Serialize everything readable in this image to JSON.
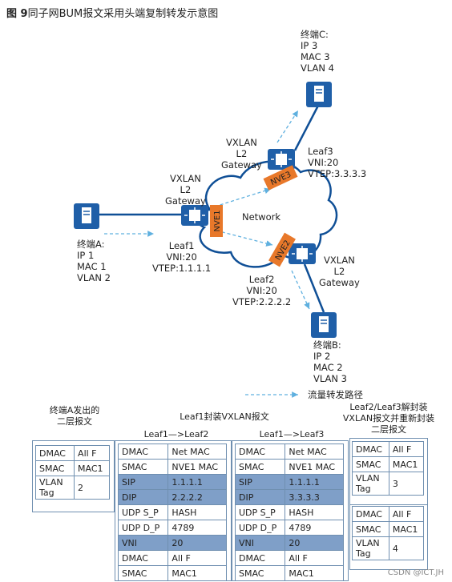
{
  "figure_title": "同子网BUM报文采用头端复制转发示意图",
  "figure_label": "图 9",
  "nodes": {
    "terminal_c": "终端C:\nIP 3\nMAC 3\nVLAN 4",
    "terminal_a": "终端A:\nIP 1\nMAC 1\nVLAN 2",
    "terminal_b": "终端B:\nIP 2\nMAC 2\nVLAN 3",
    "leaf1": "Leaf1\nVNI:20\nVTEP:1.1.1.1",
    "leaf2": "Leaf2\nVNI:20\nVTEP:2.2.2.2",
    "leaf3": "Leaf3\nVNI:20\nVTEP:3.3.3.3",
    "gw1": "VXLAN\nL2\nGateway",
    "gw2": "VXLAN\nL2\nGateway",
    "gw3": "VXLAN\nL2\nGateway",
    "network": "Network",
    "nve1": "NVE1",
    "nve2": "NVE2",
    "nve3": "NVE3"
  },
  "legend": "流量转发路径",
  "colors": {
    "device": "#1f5fa8",
    "nve": "#e8782a",
    "cloud": "#0f4f96",
    "flow": "#5fb0df",
    "row_highlight": "#7f9fc8"
  },
  "tables": {
    "a_title": "终端A发出的\n二层报文",
    "a_rows": [
      [
        "DMAC",
        "All F"
      ],
      [
        "SMAC",
        "MAC1"
      ],
      [
        "VLAN\nTag",
        "2"
      ]
    ],
    "encap_title": "Leaf1封装VXLAN报文",
    "l2_title": "Leaf1—>Leaf2",
    "l3_title": "Leaf1—>Leaf3",
    "l2_rows": [
      [
        "DMAC",
        "Net MAC"
      ],
      [
        "SMAC",
        "NVE1 MAC"
      ],
      [
        "SIP",
        "1.1.1.1"
      ],
      [
        "DIP",
        "2.2.2.2"
      ],
      [
        "UDP S_P",
        "HASH"
      ],
      [
        "UDP D_P",
        "4789"
      ],
      [
        "VNI",
        "20"
      ],
      [
        "DMAC",
        "All F"
      ],
      [
        "SMAC",
        "MAC1"
      ]
    ],
    "l3_rows": [
      [
        "DMAC",
        "Net MAC"
      ],
      [
        "SMAC",
        "NVE1 MAC"
      ],
      [
        "SIP",
        "1.1.1.1"
      ],
      [
        "DIP",
        "3.3.3.3"
      ],
      [
        "UDP S_P",
        "HASH"
      ],
      [
        "UDP D_P",
        "4789"
      ],
      [
        "VNI",
        "20"
      ],
      [
        "DMAC",
        "All F"
      ],
      [
        "SMAC",
        "MAC1"
      ]
    ],
    "d_title": "Leaf2/Leaf3解封装\nVXLAN报文并重新封装\n二层报文",
    "d1_rows": [
      [
        "DMAC",
        "All F"
      ],
      [
        "SMAC",
        "MAC1"
      ],
      [
        "VLAN\nTag",
        "3"
      ]
    ],
    "d2_rows": [
      [
        "DMAC",
        "All F"
      ],
      [
        "SMAC",
        "MAC1"
      ],
      [
        "VLAN\nTag",
        "4"
      ]
    ]
  },
  "watermark": "CSDN @ICT.JH"
}
